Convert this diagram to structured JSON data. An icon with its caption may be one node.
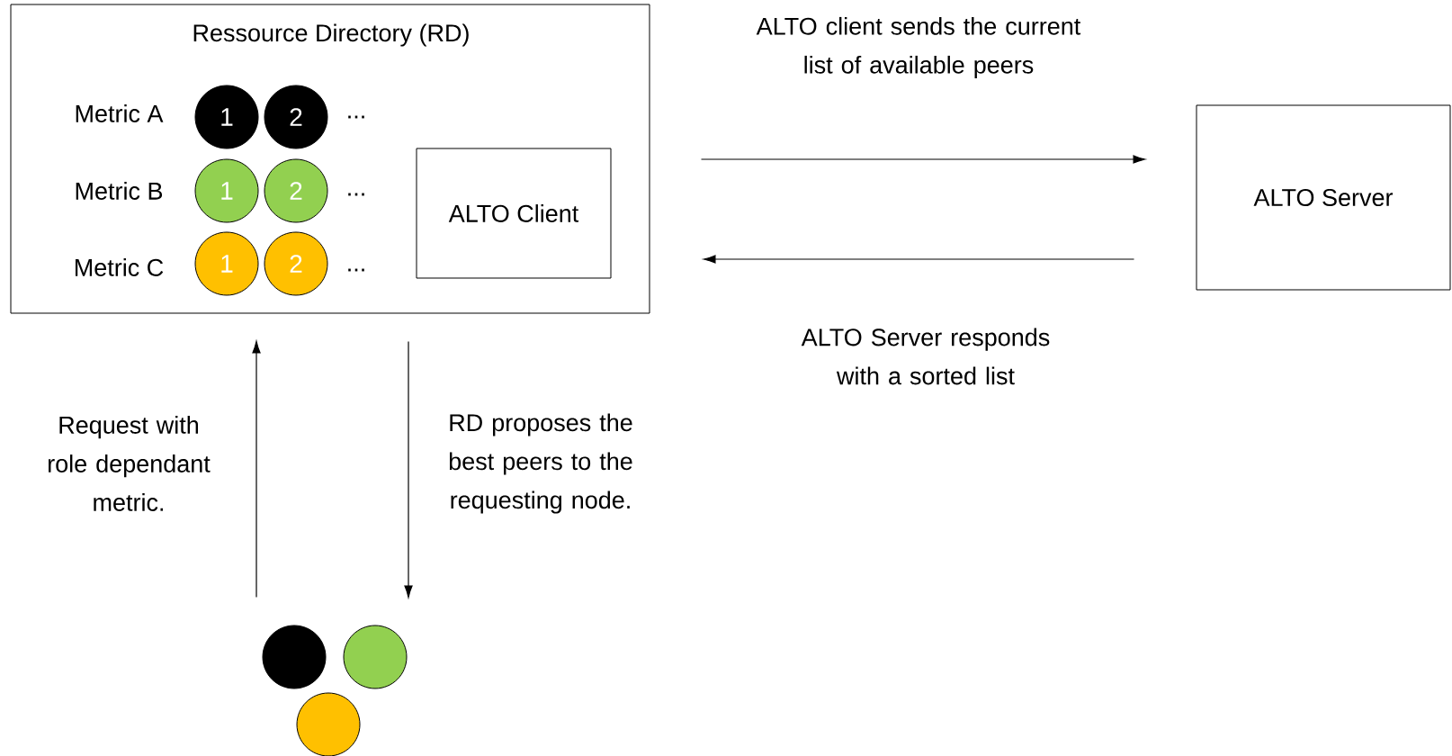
{
  "diagram": {
    "nodes": [
      {
        "text": [
          "Ressource Directory (RD)"
        ]
      },
      {
        "text": [
          "1"
        ],
        "in": 0
      },
      {
        "text": [
          "2"
        ],
        "in": 0
      },
      {
        "text": [
          "1"
        ],
        "in": 0
      },
      {
        "text": [
          "2"
        ],
        "in": 0
      },
      {
        "text": [
          "1"
        ],
        "in": 0
      },
      {
        "text": [
          "2"
        ],
        "in": 0
      },
      {
        "text": [
          "ALTO Client"
        ],
        "in": 0
      },
      {
        "text": [
          "ALTO Server"
        ]
      },
      {
        "text": [],
        "shape": "circle"
      },
      {
        "text": [],
        "shape": "circle"
      },
      {
        "text": [],
        "shape": "circle"
      }
    ],
    "edges": [
      {
        "from": 0,
        "to": 8,
        "arrow": "to",
        "label": "ALTO client sends the current list of available peers"
      },
      {
        "from": 8,
        "to": 0,
        "arrow": "to",
        "label": "ALTO Server responds with a sorted list"
      },
      {
        "from": 9,
        "to": 0,
        "arrow": "to",
        "label": "Request with role dependant metric."
      },
      {
        "from": 0,
        "to": 10,
        "arrow": "to",
        "label": "RD proposes the best peers to the requesting node."
      }
    ],
    "labels": [
      "Metric A",
      "...",
      "Metric B",
      "...",
      "Metric C",
      "..."
    ]
  }
}
